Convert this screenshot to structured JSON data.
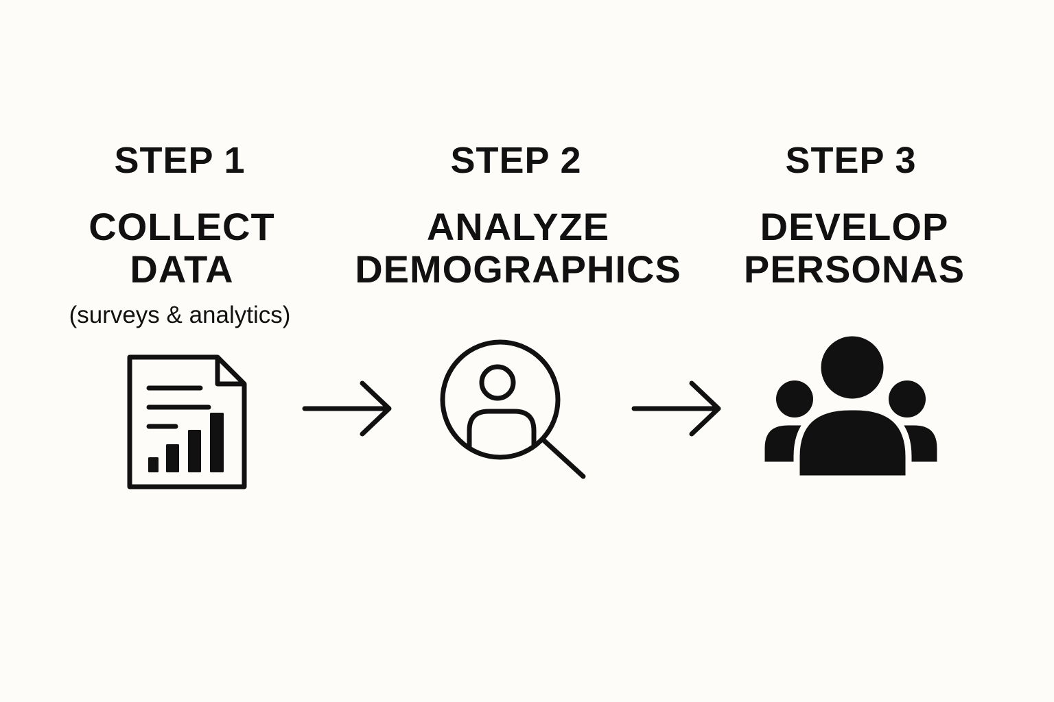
{
  "steps": [
    {
      "number_label": "STEP 1",
      "title_lines": [
        "COLLECT",
        "DATA"
      ],
      "subtitle": "(surveys & analytics)",
      "icon": "document-chart-icon"
    },
    {
      "number_label": "STEP 2",
      "title_lines": [
        "ANALYZE",
        "DEMOGRAPHICS"
      ],
      "subtitle": "",
      "icon": "user-search-icon"
    },
    {
      "number_label": "STEP 3",
      "title_lines": [
        "DEVELOP",
        "PERSONAS"
      ],
      "subtitle": "",
      "icon": "group-icon"
    }
  ],
  "connectors": [
    "arrow-right-icon",
    "arrow-right-icon"
  ],
  "colors": {
    "background": "#fdfcf8",
    "ink": "#111111"
  }
}
